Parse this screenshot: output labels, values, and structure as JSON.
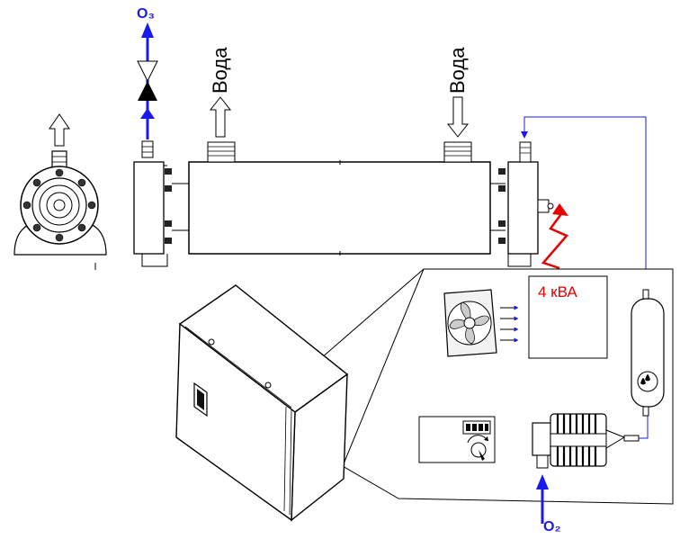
{
  "labels": {
    "ozone_out": "O₃",
    "oxygen_in": "O₂",
    "water_out": "Вода",
    "water_in": "Вода",
    "power": "4 кВА"
  },
  "colors": {
    "gas_line": "#1a1aee",
    "power_line": "#e60000",
    "outline": "#000000"
  },
  "icons": {
    "fan": "fan-icon",
    "display": "digital-display-icon",
    "knob": "rotary-knob-icon",
    "dryer": "water-drops-icon",
    "lock": "cabinet-lock-icon"
  }
}
